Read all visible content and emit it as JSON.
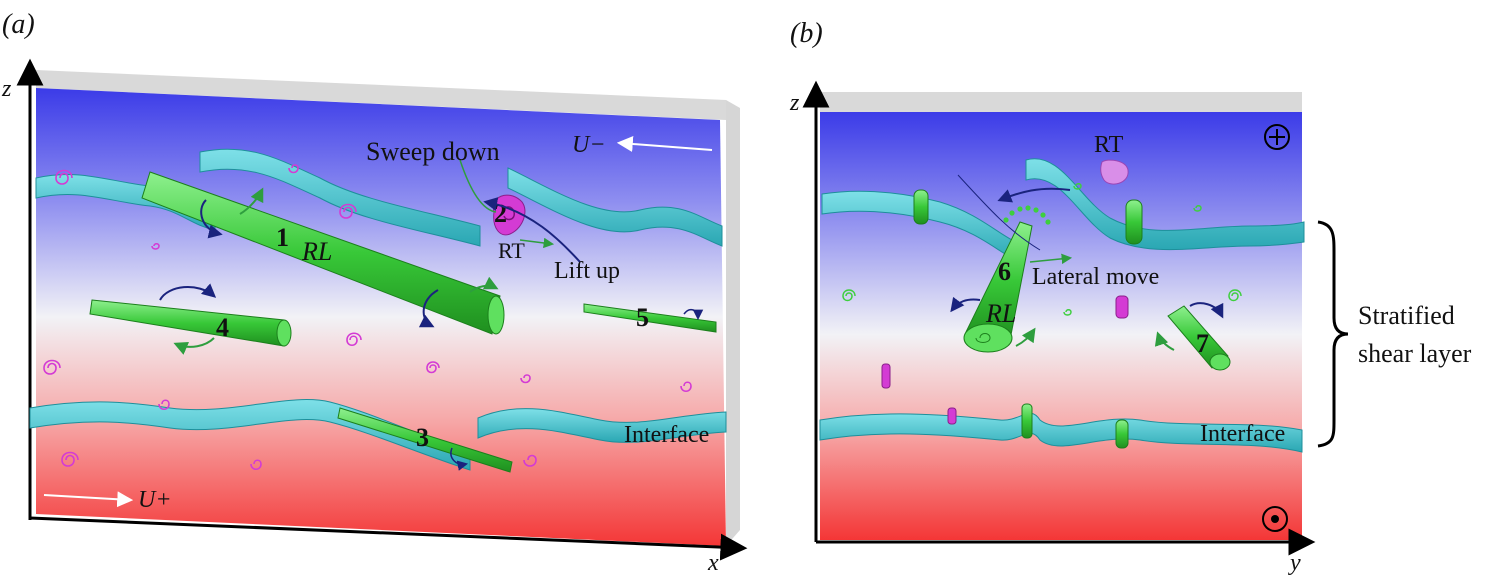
{
  "panel_a": {
    "tag": "(a)",
    "axis_z": "z",
    "axis_x": "x",
    "flow_top": "U−",
    "flow_bottom": "U+",
    "sweep_down": "Sweep down",
    "lift_up": "Lift up",
    "rt": "RT",
    "rl": "RL",
    "interface": "Interface",
    "ids": {
      "v1": "1",
      "v2": "2",
      "v3": "3",
      "v4": "4",
      "v5": "5"
    }
  },
  "panel_b": {
    "tag": "(b)",
    "axis_z": "z",
    "axis_y": "y",
    "rt": "RT",
    "rl": "RL",
    "lateral_move": "Lateral move",
    "interface": "Interface",
    "ids": {
      "v6": "6",
      "v7": "7"
    },
    "symbol_top": "out-of-page-plus-icon",
    "symbol_bottom": "into-page-dot-icon"
  },
  "brace_label": {
    "line1": "Stratified",
    "line2": "shear layer"
  },
  "colors": {
    "top_blue": "#3f3fe6",
    "mid_white": "#f4f4f6",
    "bottom_red": "#f23a3a",
    "ribbon": "#40c4cf",
    "vortex_green": "#3ecf3e",
    "vortex_magenta": "#d43bd4",
    "arrow_navy": "#1a237e"
  }
}
